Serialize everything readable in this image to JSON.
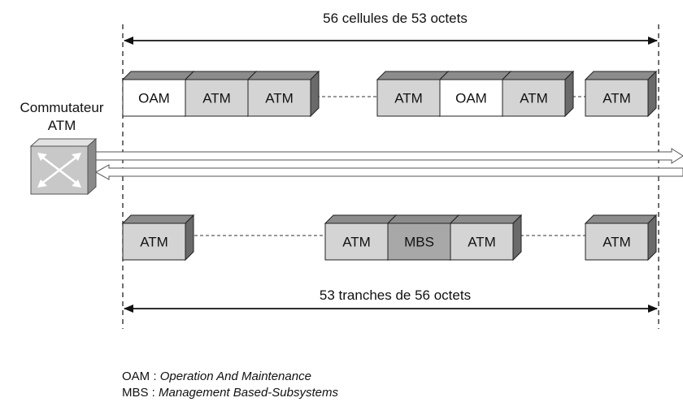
{
  "top_span": {
    "label": "56 cellules de 53 octets"
  },
  "bottom_span": {
    "label": "53 tranches de 56 octets"
  },
  "switch": {
    "label_line1": "Commutateur",
    "label_line2": "ATM"
  },
  "top_row": [
    {
      "label": "OAM",
      "kind": "oam"
    },
    {
      "label": "ATM",
      "kind": "atm"
    },
    {
      "label": "ATM",
      "kind": "atm"
    },
    {
      "label": "ATM",
      "kind": "atm"
    },
    {
      "label": "OAM",
      "kind": "oam"
    },
    {
      "label": "ATM",
      "kind": "atm"
    },
    {
      "label": "ATM",
      "kind": "atm"
    }
  ],
  "bottom_row": [
    {
      "label": "ATM",
      "kind": "atm"
    },
    {
      "label": "ATM",
      "kind": "atm"
    },
    {
      "label": "MBS",
      "kind": "mbs"
    },
    {
      "label": "ATM",
      "kind": "atm"
    },
    {
      "label": "ATM",
      "kind": "atm"
    }
  ],
  "legend": [
    {
      "abbr": "OAM",
      "sep": " : ",
      "term": "Operation And Maintenance"
    },
    {
      "abbr": "MBS",
      "sep": " : ",
      "term": "Management Based-Subsystems"
    }
  ],
  "colors": {
    "atm_front": "#d4d4d4",
    "oam_front": "#ffffff",
    "mbs_front": "#a8a8a8",
    "cell_top": "#8c8c8c",
    "cell_side": "#6a6a6a",
    "switch_front": "#c8c8c8"
  }
}
